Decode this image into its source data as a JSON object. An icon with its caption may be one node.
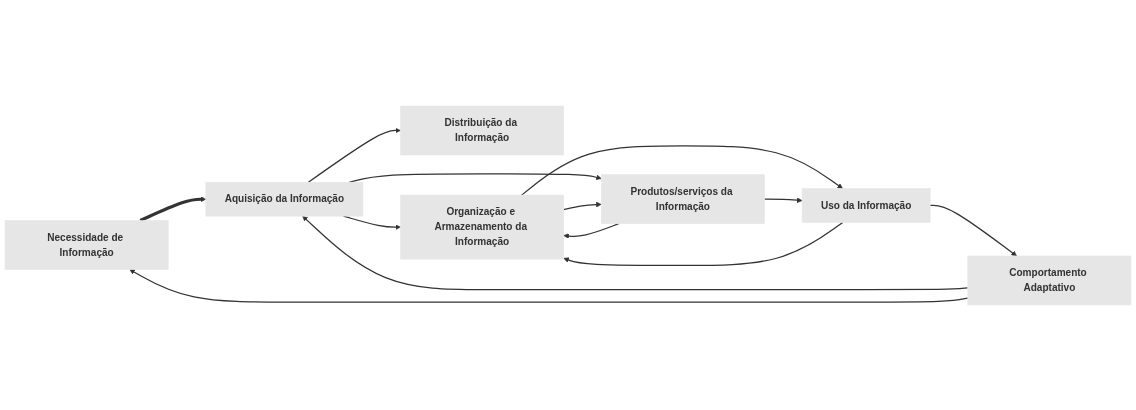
{
  "diagram": {
    "nodes": [
      {
        "text": [
          "Necessidade de Informação"
        ]
      },
      {
        "text": [
          "Aquisição da Informação"
        ]
      },
      {
        "text": [
          "Organização e Armazenamento da Informação"
        ]
      },
      {
        "text": [
          "Produtos/serviços da Informação"
        ]
      },
      {
        "text": [
          "Distribuição da Informação"
        ]
      },
      {
        "text": [
          "Uso da Informação"
        ]
      },
      {
        "text": [
          "Comportamento Adaptativo"
        ]
      }
    ],
    "edges": [
      {
        "from": 0,
        "to": 1,
        "arrow": "to",
        "style": "thick"
      },
      {
        "from": 1,
        "to": 2,
        "arrow": "to"
      },
      {
        "from": 1,
        "to": 3,
        "arrow": "to"
      },
      {
        "from": 1,
        "to": 4,
        "arrow": "to"
      },
      {
        "from": 2,
        "to": 3,
        "arrow": "to"
      },
      {
        "from": 3,
        "to": 2,
        "arrow": "to"
      },
      {
        "from": 2,
        "to": 5,
        "arrow": "to"
      },
      {
        "from": 5,
        "to": 2,
        "arrow": "to"
      },
      {
        "from": 3,
        "to": 5,
        "arrow": "to"
      },
      {
        "from": 5,
        "to": 6,
        "arrow": "to"
      },
      {
        "from": 6,
        "to": 1,
        "arrow": "to"
      },
      {
        "from": 6,
        "to": 0,
        "arrow": "to"
      }
    ]
  }
}
